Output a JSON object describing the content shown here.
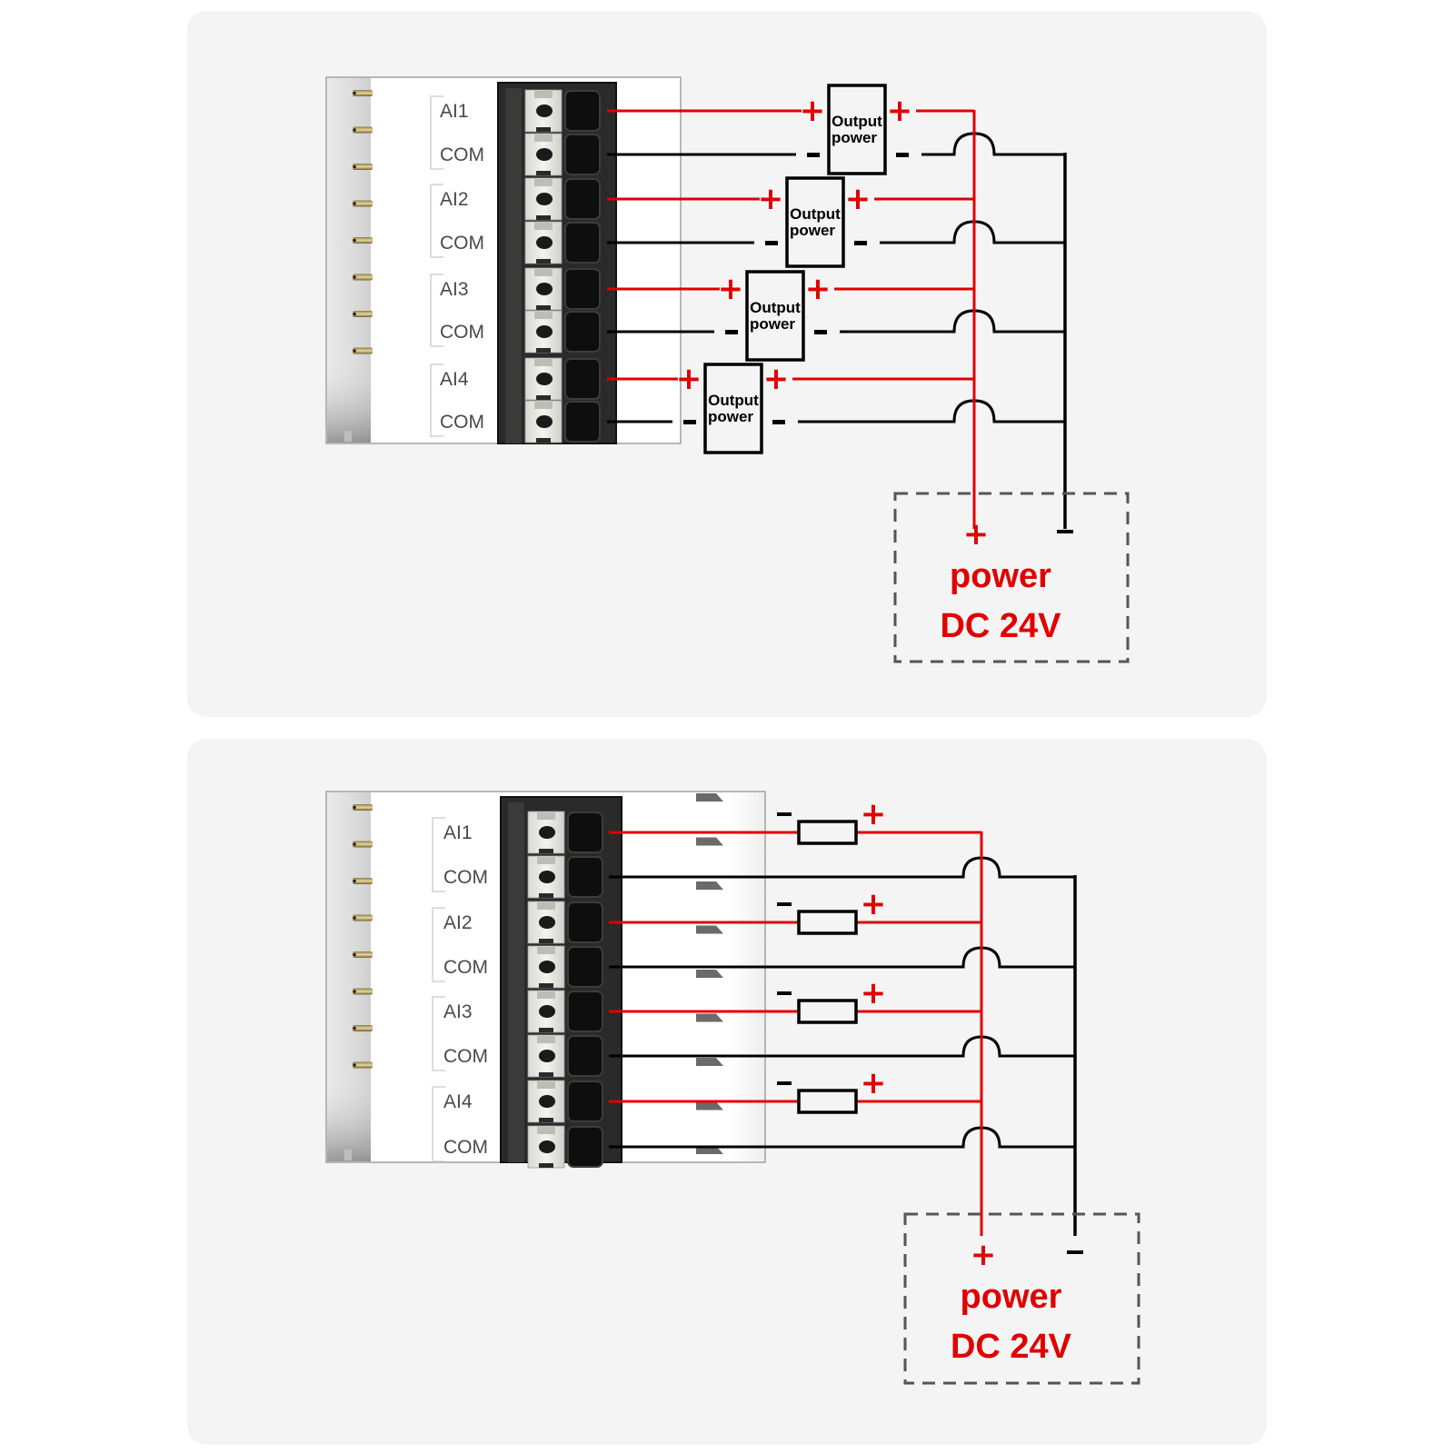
{
  "colors": {
    "positive_wire": "#e00000",
    "negative_wire": "#000000",
    "panel_bg": "#f4f4f4",
    "psu_border": "#555555",
    "psu_text": "#e00000"
  },
  "diagrams": [
    {
      "id": "transmitter-wiring",
      "terminals": [
        "AI1",
        "COM",
        "AI2",
        "COM",
        "AI3",
        "COM",
        "AI4",
        "COM"
      ],
      "channels": [
        {
          "input": "AI1",
          "component_label_line1": "Output",
          "component_label_line2": "power",
          "plus": "+",
          "minus": "-"
        },
        {
          "input": "AI2",
          "component_label_line1": "Output",
          "component_label_line2": "power",
          "plus": "+",
          "minus": "-"
        },
        {
          "input": "AI3",
          "component_label_line1": "Output",
          "component_label_line2": "power",
          "plus": "+",
          "minus": "-"
        },
        {
          "input": "AI4",
          "component_label_line1": "Output",
          "component_label_line2": "power",
          "plus": "+",
          "minus": "-"
        }
      ],
      "power_supply": {
        "plus": "+",
        "minus": "-",
        "line1": "power",
        "line2": "DC 24V"
      }
    },
    {
      "id": "resistor-wiring",
      "terminals": [
        "AI1",
        "COM",
        "AI2",
        "COM",
        "AI3",
        "COM",
        "AI4",
        "COM"
      ],
      "channels": [
        {
          "input": "AI1",
          "plus": "+",
          "minus": "-"
        },
        {
          "input": "AI2",
          "plus": "+",
          "minus": "-"
        },
        {
          "input": "AI3",
          "plus": "+",
          "minus": "-"
        },
        {
          "input": "AI4",
          "plus": "+",
          "minus": "-"
        }
      ],
      "power_supply": {
        "plus": "+",
        "minus": "-",
        "line1": "power",
        "line2": "DC 24V"
      }
    }
  ]
}
